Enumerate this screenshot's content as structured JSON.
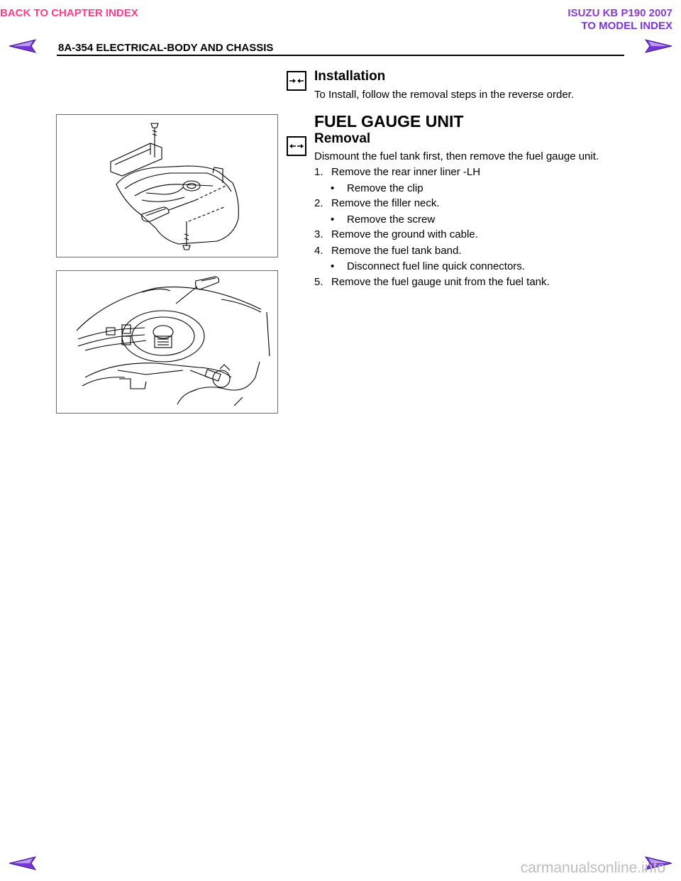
{
  "links": {
    "back_chapter": "BACK TO CHAPTER INDEX",
    "manual_title": "ISUZU KB P190 2007",
    "model_index": "TO MODEL INDEX"
  },
  "header": {
    "title": "8A-354  ELECTRICAL-BODY AND CHASSIS"
  },
  "icons": {
    "nav": "triangle-arrow",
    "installation_symbol": "arrows-inward-icon",
    "removal_symbol": "arrows-outward-icon"
  },
  "installation": {
    "heading": "Installation",
    "text": "To Install, follow the removal steps in the reverse order."
  },
  "section": {
    "title": "FUEL GAUGE UNIT",
    "subheading": "Removal",
    "intro": "Dismount the fuel tank first, then remove the fuel gauge unit.",
    "steps": [
      {
        "num": "1.",
        "text": "Remove the rear inner liner -LH",
        "bullets": [
          "Remove the clip"
        ]
      },
      {
        "num": "2.",
        "text": "Remove the filler neck.",
        "bullets": [
          "Remove the screw"
        ]
      },
      {
        "num": "3.",
        "text": "Remove the ground with cable.",
        "bullets": []
      },
      {
        "num": "4.",
        "text": "Remove the fuel tank band.",
        "bullets": [
          "Disconnect fuel line quick connectors."
        ]
      },
      {
        "num": "5.",
        "text": "Remove the fuel gauge unit from the fuel tank.",
        "bullets": []
      }
    ],
    "bullet_char": "•"
  },
  "colors": {
    "back_link": "#ff3d8a",
    "title_link": "#8a3ec8",
    "nav_arrow": "#7a35d9"
  },
  "watermark": "carmanualsonline.info"
}
